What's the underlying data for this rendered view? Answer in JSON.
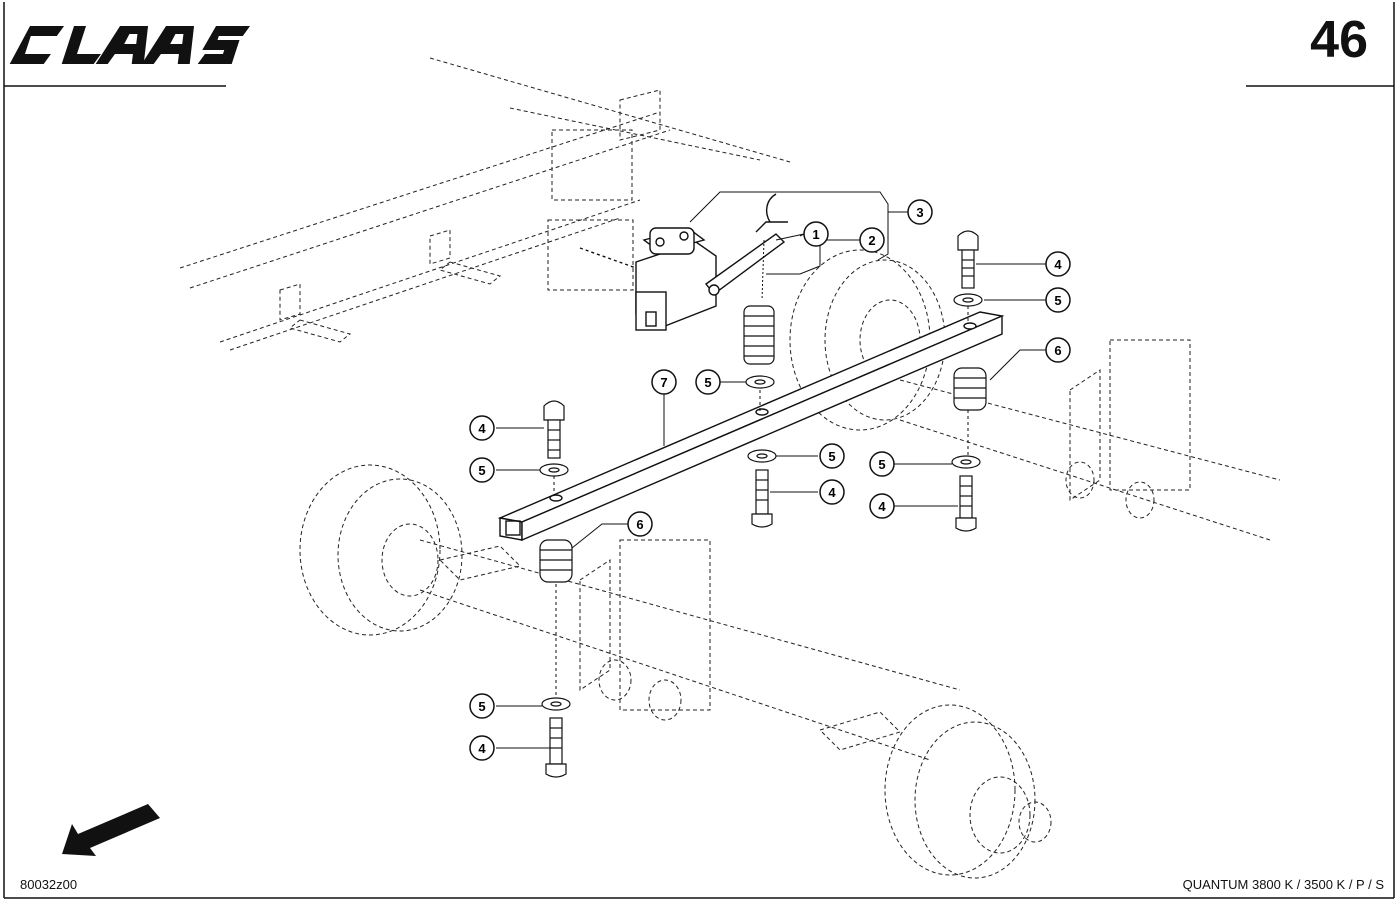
{
  "header": {
    "brand": "CLAAS",
    "page_number": "46"
  },
  "footer": {
    "drawing_code": "80032z00",
    "model": "QUANTUM 3800 K / 3500 K / P / S"
  },
  "callouts": [
    {
      "id": "c1",
      "label": "1"
    },
    {
      "id": "c2",
      "label": "2"
    },
    {
      "id": "c3",
      "label": "3"
    },
    {
      "id": "c4a",
      "label": "4"
    },
    {
      "id": "c5a",
      "label": "5"
    },
    {
      "id": "c6a",
      "label": "6"
    },
    {
      "id": "c7",
      "label": "7"
    },
    {
      "id": "c5b",
      "label": "5"
    },
    {
      "id": "c4b",
      "label": "4"
    },
    {
      "id": "c5c",
      "label": "5"
    },
    {
      "id": "c5d",
      "label": "5"
    },
    {
      "id": "c4c",
      "label": "4"
    },
    {
      "id": "c5e",
      "label": "5"
    },
    {
      "id": "c4d",
      "label": "4"
    },
    {
      "id": "c6b",
      "label": "6"
    },
    {
      "id": "c5f",
      "label": "5"
    },
    {
      "id": "c4e",
      "label": "4"
    }
  ],
  "colors": {
    "ink": "#111111",
    "paper": "#ffffff"
  }
}
